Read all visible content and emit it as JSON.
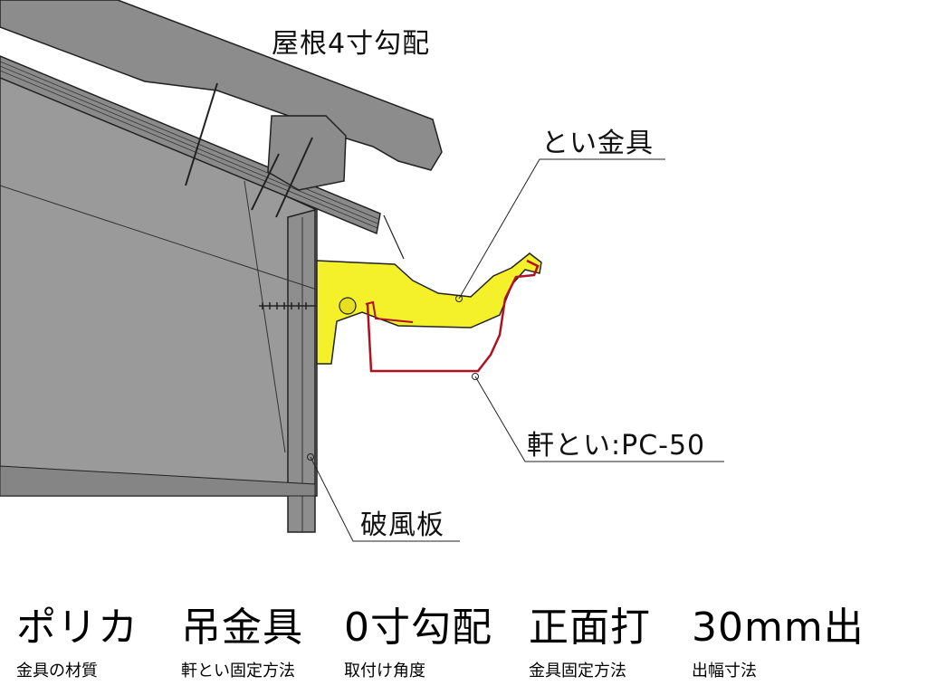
{
  "labels": {
    "roof_pitch": "屋根4寸勾配",
    "bracket": "とい金具",
    "gutter": "軒とい:PC-50",
    "fascia": "破風板"
  },
  "specs": [
    {
      "title": "ポリカ",
      "subtitle": "金具の材質"
    },
    {
      "title": "吊金具",
      "subtitle": "軒とい固定方法"
    },
    {
      "title": "0寸勾配",
      "subtitle": "取付け角度"
    },
    {
      "title": "正面打",
      "subtitle": "金具固定方法"
    },
    {
      "title": "30mm出",
      "subtitle": "出幅寸法"
    }
  ],
  "colors": {
    "roof_gray": "#8c8c8c",
    "wall_gray": "#9a9a9a",
    "bracket_yellow": "#f4f02a",
    "gutter_red": "#b01020",
    "line": "#222222"
  }
}
